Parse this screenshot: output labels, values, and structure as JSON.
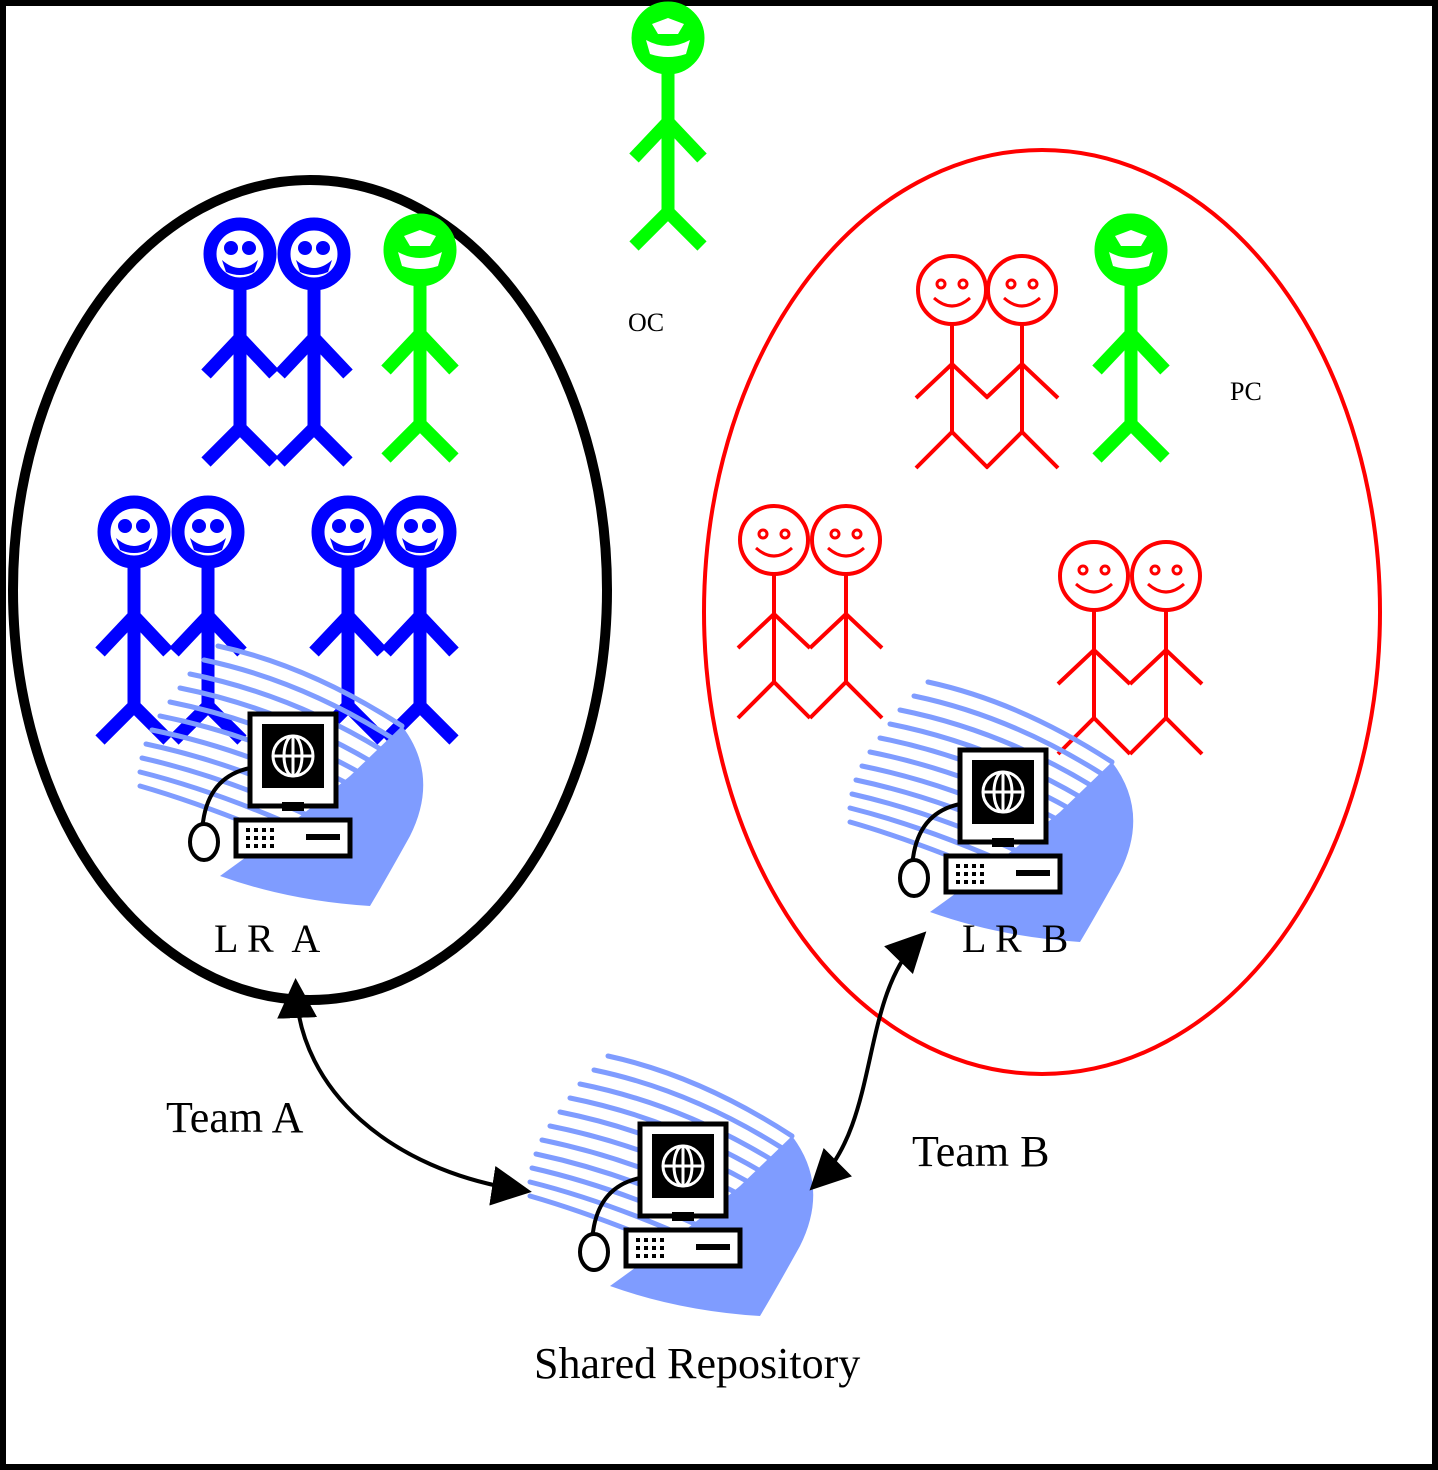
{
  "labels": {
    "oc": "OC",
    "pc": "PC",
    "lr_a": "L R  A",
    "lr_b": "L R  B",
    "team_a": "Team A",
    "team_b": "Team B",
    "shared_repository": "Shared Repository"
  },
  "colors": {
    "team_a_member": "#0000ff",
    "team_b_member": "#ff0000",
    "coordinator": "#00ff00",
    "team_a_boundary": "#000000",
    "team_b_boundary": "#ff0000",
    "computer_swoosh": "#7f9cff"
  },
  "icons": {
    "person": "stick-figure-icon",
    "computer": "computer-globe-icon",
    "link": "double-arrow"
  }
}
